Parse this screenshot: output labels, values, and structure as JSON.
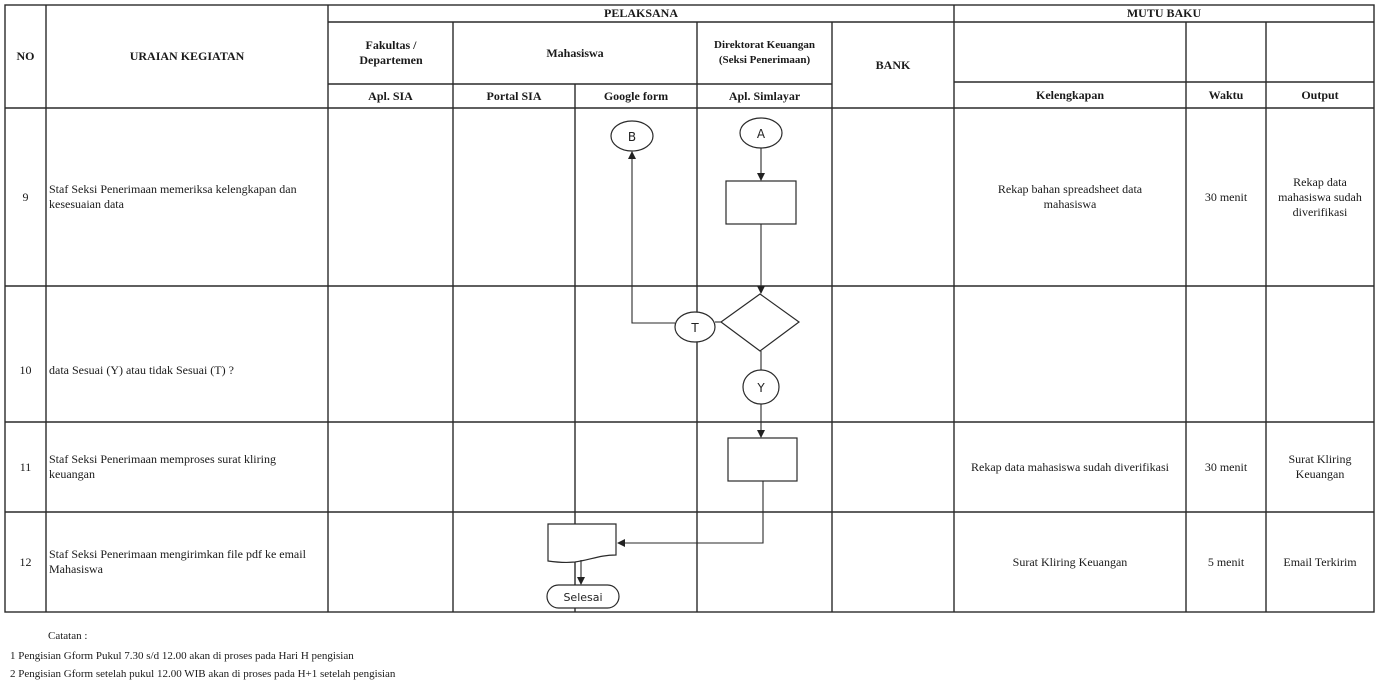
{
  "header": {
    "no": "NO",
    "uraian": "URAIAN KEGIATAN",
    "pelaksana": "PELAKSANA",
    "mutu_baku": "MUTU BAKU",
    "actors": {
      "fakultas": "Fakultas / Departemen",
      "mahasiswa": "Mahasiswa",
      "direktorat": "Direktorat Keuangan (Seksi Penerimaan)",
      "bank": "BANK"
    },
    "apps": {
      "apl_sia": "Apl. SIA",
      "portal_sia": "Portal SIA",
      "google_form": "Google form",
      "apl_simlayar": "Apl. Simlayar"
    },
    "mutu": {
      "kelengkapan": "Kelengkapan",
      "waktu": "Waktu",
      "output": "Output"
    }
  },
  "rows": [
    {
      "no": "9",
      "uraian": "Staf Seksi Penerimaan memeriksa kelengkapan dan kesesuaian data",
      "kelengkapan": "Rekap bahan spreadsheet data mahasiswa",
      "waktu": "30 menit",
      "output": "Rekap data mahasiswa sudah diverifikasi"
    },
    {
      "no": "10",
      "uraian": "data Sesuai (Y) atau tidak Sesuai (T) ?",
      "kelengkapan": "",
      "waktu": "",
      "output": ""
    },
    {
      "no": "11",
      "uraian": "Staf Seksi Penerimaan memproses surat kliring keuangan",
      "kelengkapan": "Rekap data mahasiswa sudah diverifikasi",
      "waktu": "30 menit",
      "output": "Surat Kliring Keuangan"
    },
    {
      "no": "12",
      "uraian": "Staf Seksi Penerimaan mengirimkan file pdf ke email Mahasiswa",
      "kelengkapan": "Surat Kliring Keuangan",
      "waktu": "5 menit",
      "output": "Email Terkirim"
    }
  ],
  "flow": {
    "connector_a": "A",
    "connector_b": "B",
    "branch_no": "T",
    "branch_yes": "Y",
    "terminator": "Selesai"
  },
  "notes": {
    "title": "Catatan :",
    "items": [
      "1  Pengisian Gform Pukul 7.30 s/d 12.00 akan di proses pada Hari H pengisian",
      "2  Pengisian Gform setelah pukul 12.00 WIB akan di proses pada H+1 setelah pengisian"
    ]
  }
}
